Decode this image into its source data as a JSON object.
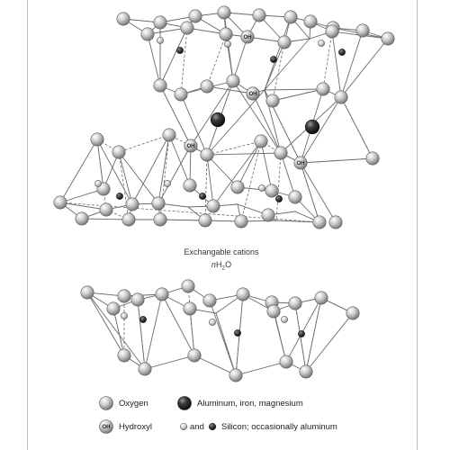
{
  "labels": {
    "caption_line1": "Exchangable cations",
    "caption_n": "n",
    "caption_h": "H",
    "caption_2": "2",
    "caption_o": "O",
    "oh_tag": "OH"
  },
  "legend": {
    "oxygen": "Oxygen",
    "metals": "Aluminum, iron, magnesium",
    "hydroxyl": "Hydroxyl",
    "and": "and",
    "silicon": "Silicon; occasionally aluminum"
  },
  "colors": {
    "oxygen": "#c8c8c8",
    "metal": "#3a3a3a",
    "line": "#6a6a6a"
  }
}
